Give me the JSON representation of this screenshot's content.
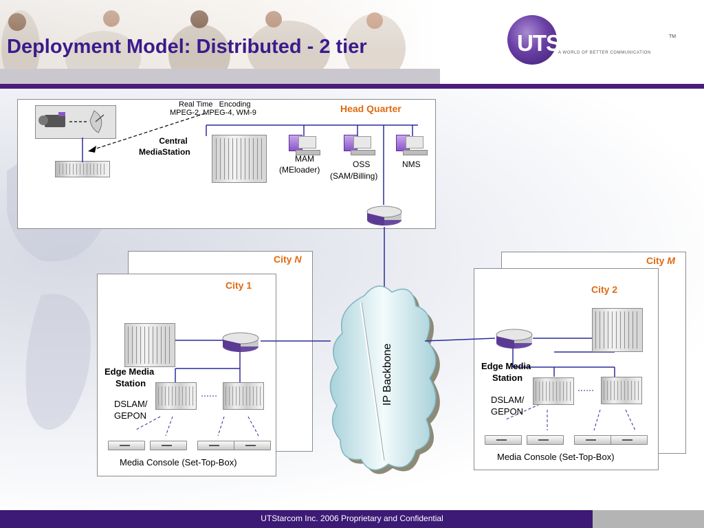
{
  "header": {
    "title": "Deployment Model: Distributed - 2 tier",
    "logo_text": "UTSTARCOM",
    "logo_tm": "TM",
    "logo_tagline": "A WORLD OF BETTER COMMUNICATION"
  },
  "hq": {
    "label": "Head Quarter",
    "encoding_line1": "Real Time   Encoding",
    "encoding_line2": "MPEG-2, MPEG-4, WM-9",
    "central_line1": "Central",
    "central_line2": "MediaStation",
    "mam_line1": "MAM",
    "mam_line2": "(MEloader)",
    "oss_line1": "OSS",
    "oss_line2": "(SAM/Billing)",
    "nms": "NMS"
  },
  "backbone": {
    "label": "IP Backbone"
  },
  "city_n": {
    "prefix": "City ",
    "suffix": "N"
  },
  "city_m": {
    "prefix": "City ",
    "suffix": "M"
  },
  "city1": {
    "label": "City 1",
    "edge_line1": "Edge Media",
    "edge_line2": "Station",
    "dslam_line1": "DSLAM/",
    "dslam_line2": "GEPON",
    "console": "Media Console (Set-Top-Box)"
  },
  "city2": {
    "label": "City 2",
    "edge_line1": "Edge Media",
    "edge_line2": "Station",
    "dslam_line1": "DSLAM/",
    "dslam_line2": "GEPON",
    "console": "Media Console (Set-Top-Box)"
  },
  "footer": {
    "text": "UTStarcom Inc. 2006 Proprietary and Confidential"
  },
  "colors": {
    "title": "#3b1a8c",
    "accent_purple": "#4b1d7a",
    "city_label": "#e06a10",
    "link_line": "#2a2a9a"
  }
}
